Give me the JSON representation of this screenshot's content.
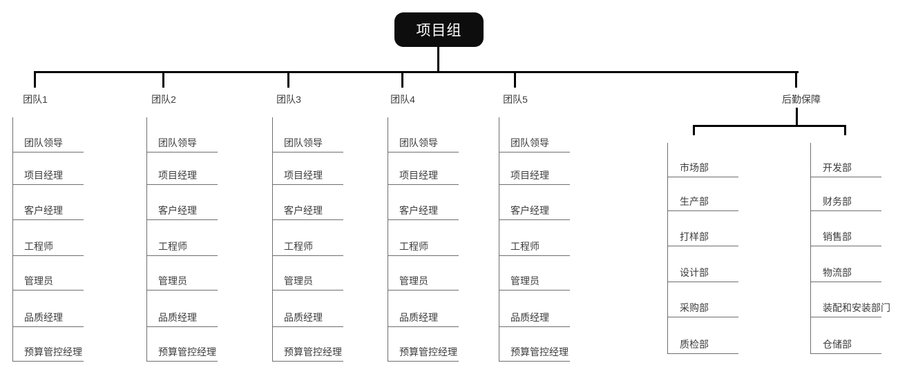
{
  "root": {
    "label": "项目组"
  },
  "teams": [
    {
      "label": "团队1",
      "roles": [
        "团队领导",
        "项目经理",
        "客户经理",
        "工程师",
        "管理员",
        "品质经理",
        "预算管控经理"
      ]
    },
    {
      "label": "团队2",
      "roles": [
        "团队领导",
        "项目经理",
        "客户经理",
        "工程师",
        "管理员",
        "品质经理",
        "预算管控经理"
      ]
    },
    {
      "label": "团队3",
      "roles": [
        "团队领导",
        "项目经理",
        "客户经理",
        "工程师",
        "管理员",
        "品质经理",
        "预算管控经理"
      ]
    },
    {
      "label": "团队4",
      "roles": [
        "团队领导",
        "项目经理",
        "客户经理",
        "工程师",
        "管理员",
        "品质经理",
        "预算管控经理"
      ]
    },
    {
      "label": "团队5",
      "roles": [
        "团队领导",
        "项目经理",
        "客户经理",
        "工程师",
        "管理员",
        "品质经理",
        "预算管控经理"
      ]
    }
  ],
  "logistics": {
    "label": "后勤保障",
    "groups": [
      {
        "departments": [
          "市场部",
          "生产部",
          "打样部",
          "设计部",
          "采购部",
          "质检部"
        ]
      },
      {
        "departments": [
          "开发部",
          "财务部",
          "销售部",
          "物流部",
          "装配和安装部门",
          "仓储部"
        ]
      }
    ]
  },
  "colors": {
    "node_bg": "#0d0d0d",
    "node_text": "#ffffff",
    "connector": "#000000",
    "thin_line": "#6e6e6e",
    "text": "#3c3c3c"
  }
}
